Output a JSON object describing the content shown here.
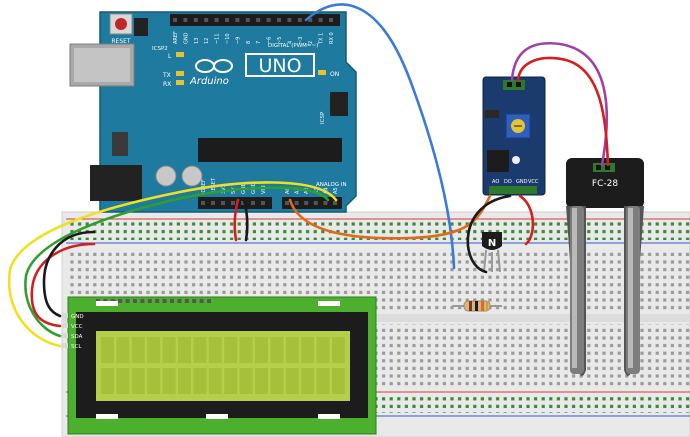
{
  "arduino": {
    "reset_label": "RESET",
    "icsp2_label": "ICSP2",
    "brand_label": "Arduino",
    "model_label": "UNO",
    "digital_label": "DIGITAL (PWM=~)",
    "analog_label": "ANALOG IN",
    "on_label": "ON",
    "icsp_label": "ICSP",
    "l_label": "L",
    "tx_label": "TX",
    "rx_label": "RX",
    "digital_pins": [
      "AREF",
      "GND",
      "13",
      "12",
      "~11",
      "~10",
      "~9",
      "8",
      "7",
      "~6",
      "~5",
      "4",
      "~3",
      "2",
      "TX 1",
      "RX 0"
    ],
    "power_pins": [
      "IOREF",
      "RESET",
      "3V3",
      "5V",
      "GND",
      "GND",
      "VIN"
    ],
    "analog_pins": [
      "A0",
      "A1",
      "A2",
      "A3",
      "A4",
      "A5"
    ]
  },
  "sensor_module": {
    "pin_labels": [
      "AO",
      "DO",
      "GND",
      "VCC"
    ]
  },
  "probe": {
    "label": "FC-28"
  },
  "transistor": {
    "label": "N"
  },
  "lcd": {
    "pin_labels": [
      "GND",
      "VCC",
      "SDA",
      "SCL"
    ]
  },
  "colors": {
    "board_blue": "#1e7a9e",
    "lcd_green_pcb": "#4caf2e",
    "lcd_screen": "#b6cf4a",
    "wire_blue": "#3b7bd4",
    "wire_purple": "#a040a8",
    "wire_red": "#d21f1f",
    "wire_black": "#1a1a1a",
    "wire_orange": "#e06a1a",
    "wire_yellow": "#f0e020",
    "wire_green": "#2fa02f"
  }
}
